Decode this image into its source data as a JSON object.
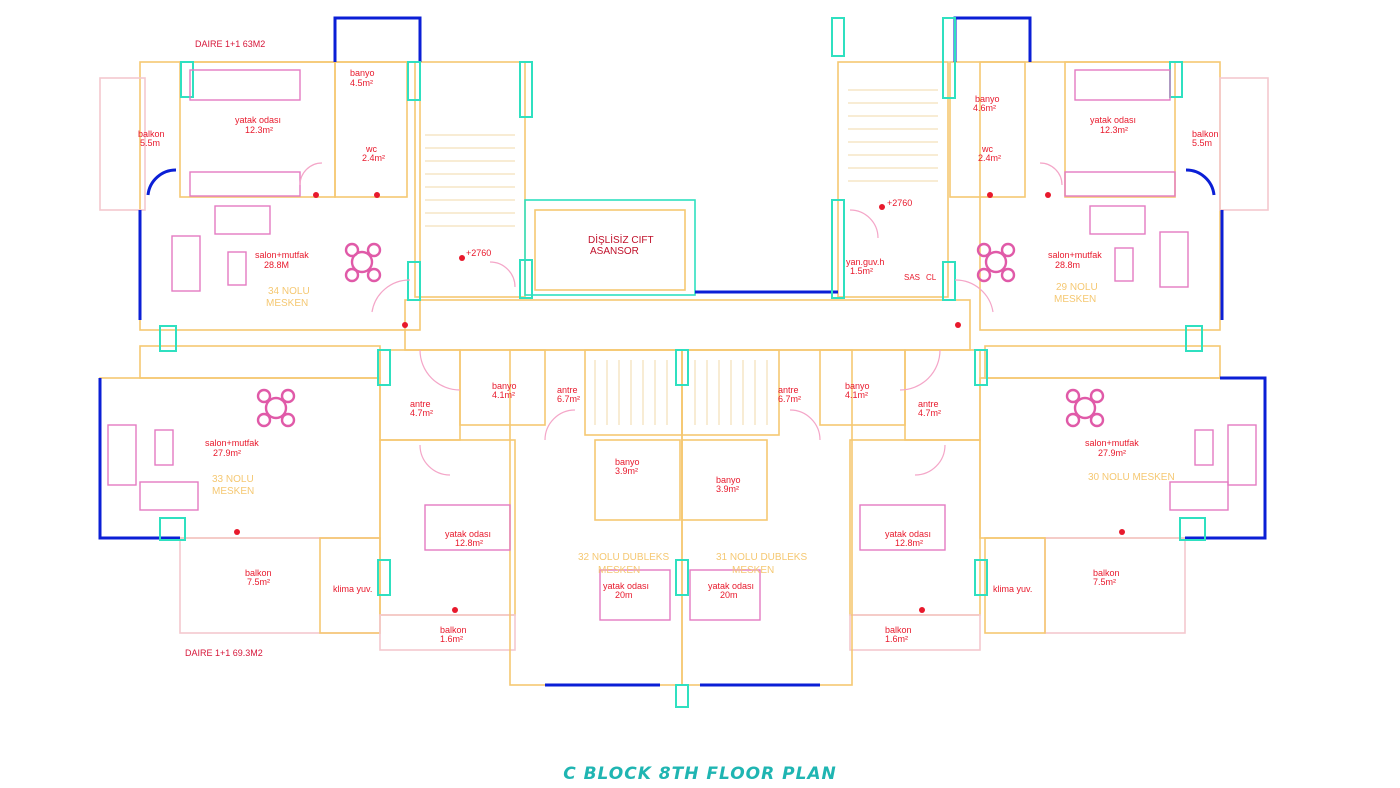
{
  "title": "C BLOCK 8TH FLOOR PLAN",
  "colors": {
    "wall": "#f5c872",
    "furniture": "#e47bc2",
    "label": "#e8192c",
    "column": "#2fe0c0",
    "window": "#0b1fd6",
    "title": "#1fb5b2"
  },
  "headers": {
    "top": "DAIRE 1+1 63M2",
    "bottom": "DAIRE 1+1 69.3M2"
  },
  "core": {
    "elevator_line1": "DİŞLİSİZ CIFT",
    "elevator_line2": "ASANSOR",
    "level_left": "+2760",
    "level_right": "+2760",
    "fire": "yan.guv.h",
    "fire_area": "1.5m²",
    "sas": "SAS",
    "cl": "CL"
  },
  "units": {
    "u34": {
      "banyo": "banyo",
      "banyo_area": "4.5m²",
      "wc": "wc",
      "wc_area": "2.4m²",
      "yatak": "yatak odası",
      "yatak_area": "12.3m²",
      "balkon": "balkon",
      "balkon_area": "5.5m",
      "salon": "salon+mutfak",
      "salon_area": "28.8M",
      "name1": "34 NOLU",
      "name2": "MESKEN"
    },
    "u29": {
      "banyo": "banyo",
      "banyo_area": "4.6m²",
      "wc": "wc",
      "wc_area": "2.4m²",
      "yatak": "yatak odası",
      "yatak_area": "12.3m²",
      "balkon": "balkon",
      "balkon_area": "5.5m",
      "salon": "salon+mutfak",
      "salon_area": "28.8m",
      "name1": "29 NOLU",
      "name2": "MESKEN"
    },
    "u33": {
      "salon": "salon+mutfak",
      "salon_area": "27.9m²",
      "name1": "33 NOLU",
      "name2": "MESKEN",
      "antre": "antre",
      "antre_area": "4.7m²",
      "banyo": "banyo",
      "banyo_area": "4.1m²",
      "balkon": "balkon",
      "balkon_area": "7.5m²",
      "klima": "klima yuv.",
      "yatak": "yatak odası",
      "yatak_area": "12.8m²",
      "balkon2": "balkon",
      "balkon2_area": "1.6m²"
    },
    "u30": {
      "salon": "salon+mutfak",
      "salon_area": "27.9m²",
      "name": "30 NOLU MESKEN",
      "antre": "antre",
      "antre_area": "4.7m²",
      "banyo": "banyo",
      "banyo_area": "4.1m²",
      "balkon": "balkon",
      "balkon_area": "7.5m²",
      "klima": "klima yuv.",
      "yatak": "yatak odası",
      "yatak_area": "12.8m²",
      "balkon2": "balkon",
      "balkon2_area": "1.6m²"
    },
    "u32": {
      "antre": "antre",
      "antre_area": "6.7m²",
      "banyo": "banyo",
      "banyo_area": "3.9m²",
      "name1": "32 NOLU DUBLEKS",
      "name2": "MESKEN",
      "yatak": "yatak odası",
      "yatak_area": "20m"
    },
    "u31": {
      "antre": "antre",
      "antre_area": "6.7m²",
      "banyo": "banyo",
      "banyo_area": "3.9m²",
      "name1": "31 NOLU DUBLEKS",
      "name2": "MESKEN",
      "yatak": "yatak odası",
      "yatak_area": "20m"
    }
  }
}
